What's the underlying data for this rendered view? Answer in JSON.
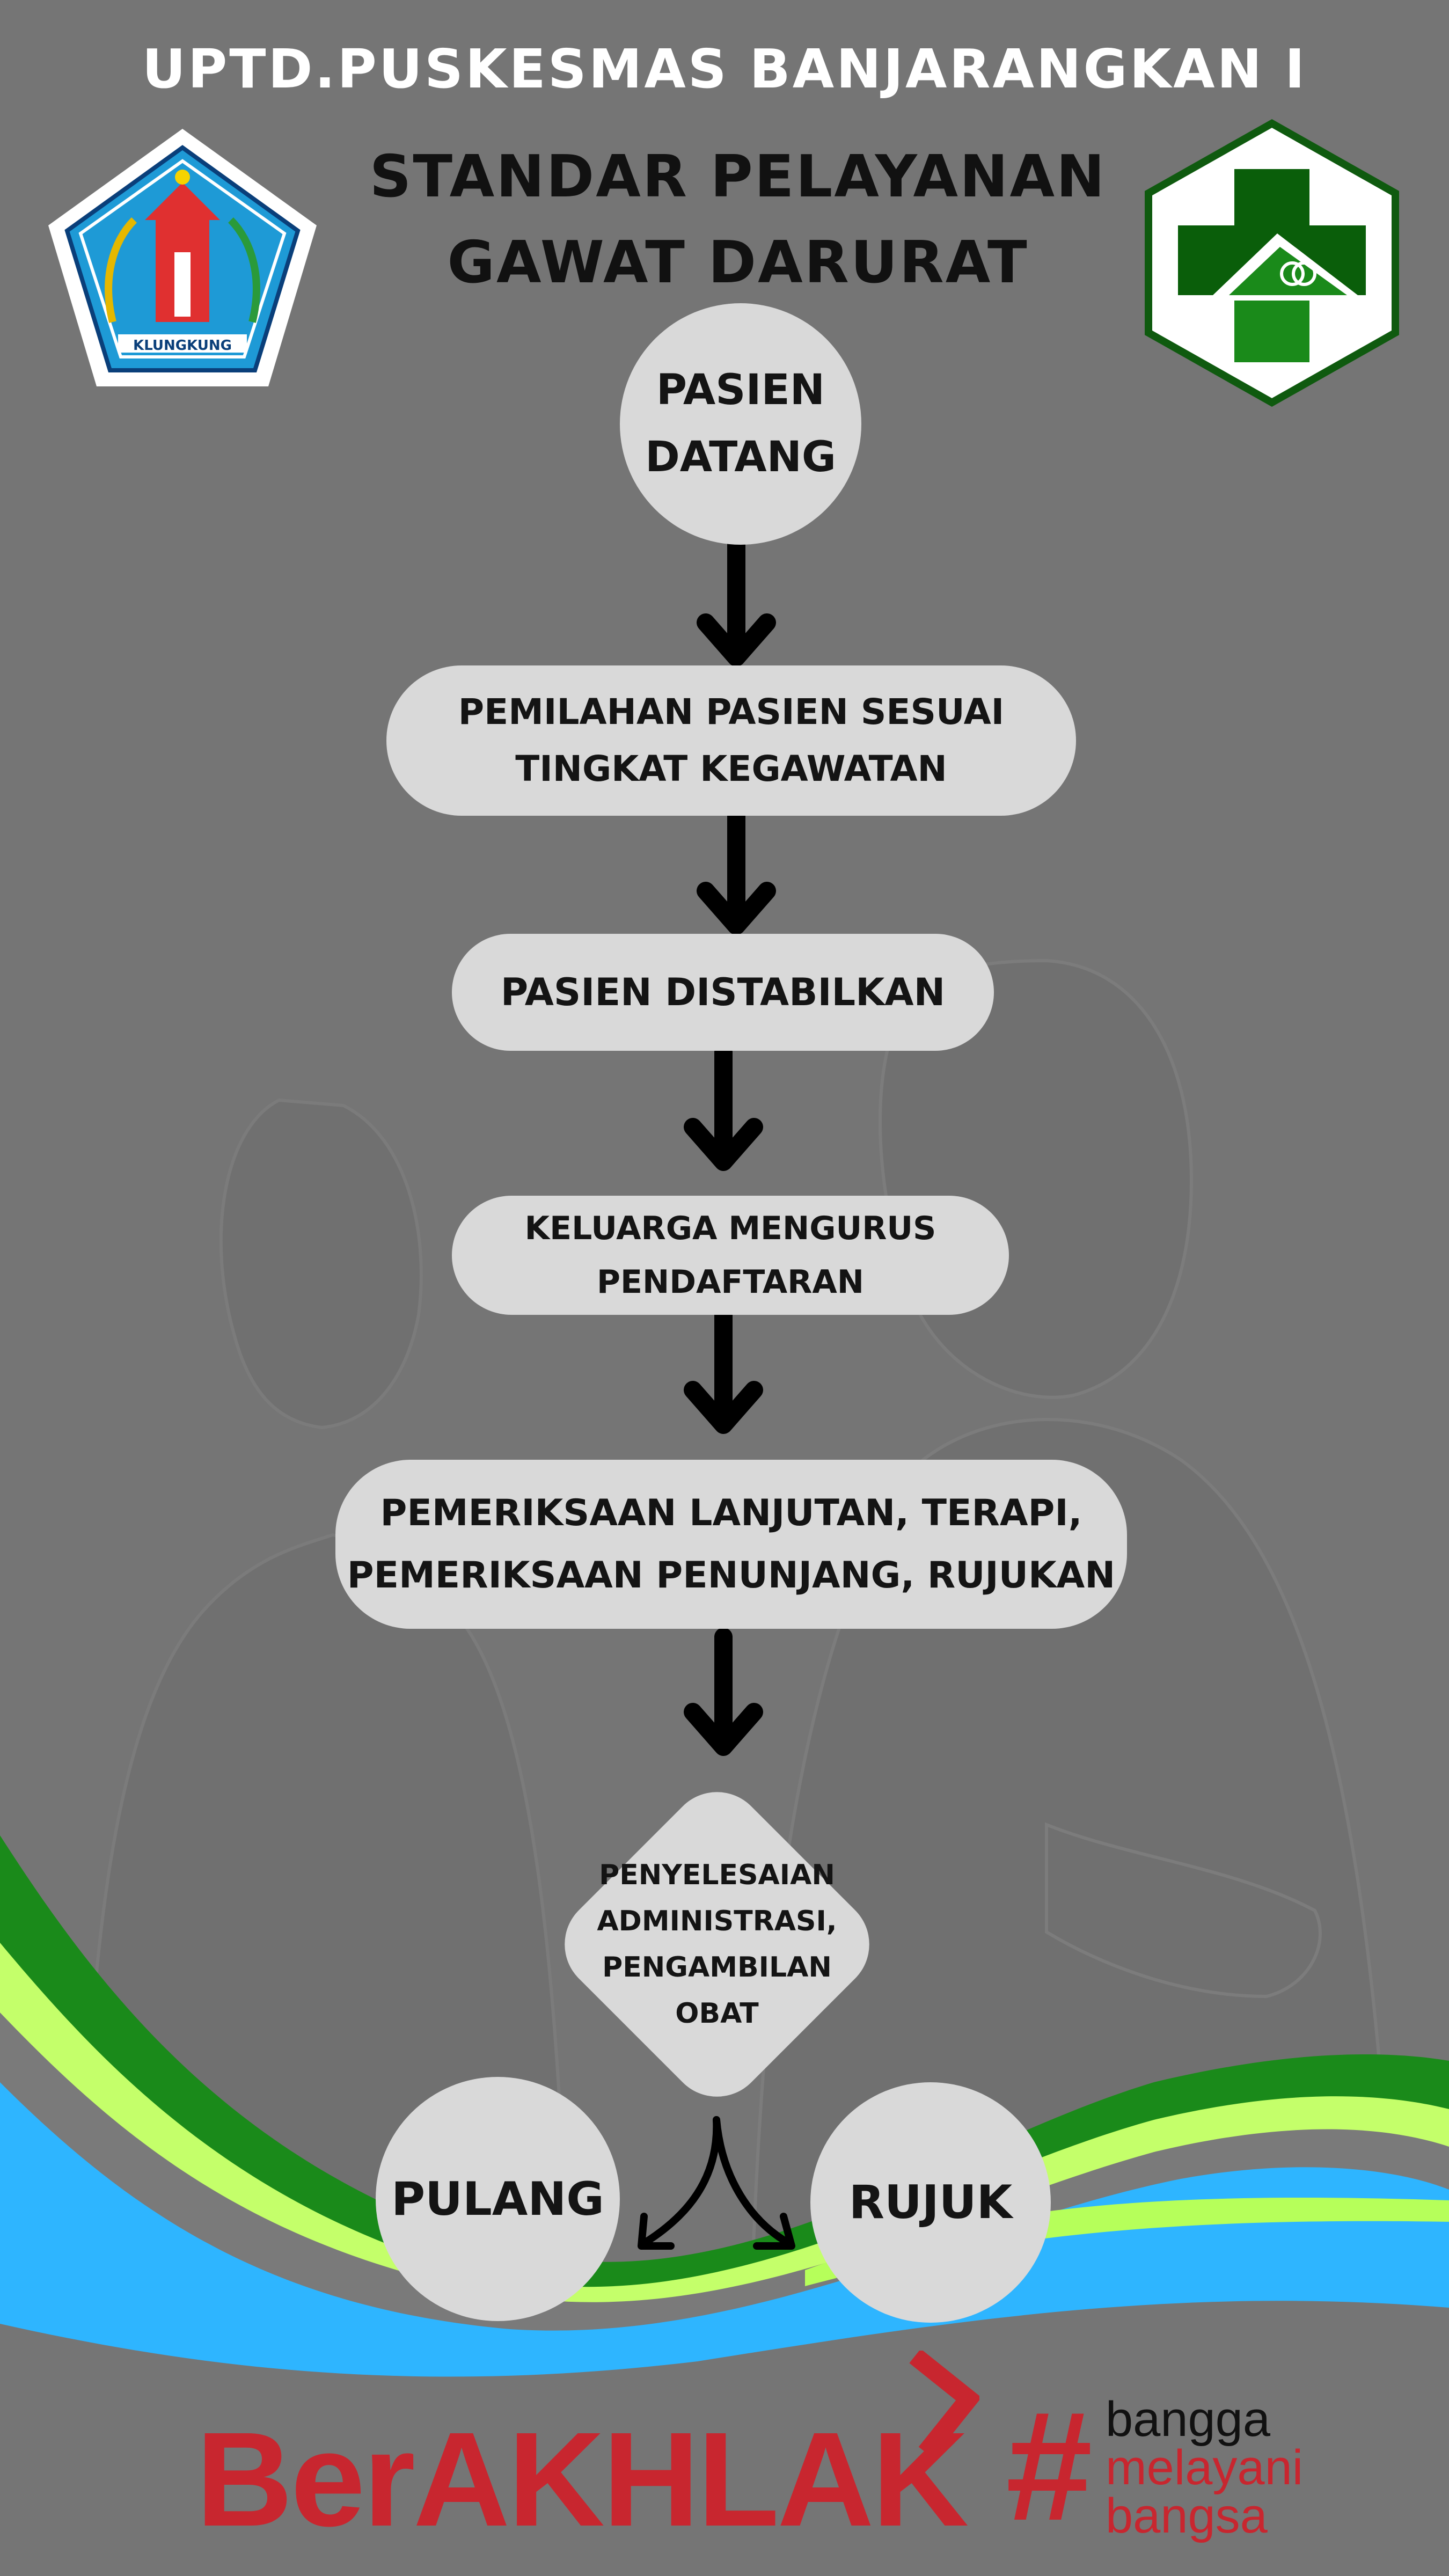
{
  "header": {
    "title": "UPTD.PUSKESMAS BANJARANGKAN I",
    "subtitle_line1": "STANDAR PELAYANAN",
    "subtitle_line2": "GAWAT DARURAT"
  },
  "flow": {
    "start": {
      "line1": "PASIEN",
      "line2": "DATANG"
    },
    "step1": {
      "line1": "PEMILAHAN PASIEN SESUAI",
      "line2": "TINGKAT KEGAWATAN"
    },
    "step2": {
      "line1": "PASIEN DISTABILKAN"
    },
    "step3": {
      "line1": "KELUARGA MENGURUS",
      "line2": "PENDAFTARAN"
    },
    "step4": {
      "line1": "PEMERIKSAAN LANJUTAN, TERAPI,",
      "line2": "PEMERIKSAAN PENUNJANG, RUJUKAN"
    },
    "decision": {
      "line1": "PENYELESAIAN",
      "line2": "ADMINISTRASI,",
      "line3": "PENGAMBILAN",
      "line4": "OBAT"
    },
    "end_left": {
      "line1": "PULANG"
    },
    "end_right": {
      "line1": "RUJUK"
    }
  },
  "logos": {
    "left_seal_text": "KLUNGKUNG",
    "brand_main": "BerAKHLAK",
    "brand_hash": "#",
    "brand_line1": "bangga",
    "brand_line2": "melayani",
    "brand_line3": "bangsa"
  },
  "colors": {
    "background": "#757575",
    "node": "#d9d9d9",
    "arrow": "#000000",
    "brand_red": "#c8262f",
    "wave_green_dark": "#1a8a1a",
    "wave_green_light": "#c4ff6a",
    "wave_blue": "#2eb5ff"
  }
}
